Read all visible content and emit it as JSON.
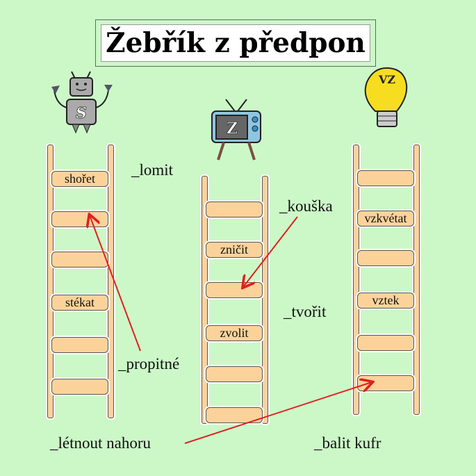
{
  "title": "Žebřík z předpon",
  "ladders": [
    {
      "icon": "robot-icon",
      "icon_letter": "S",
      "rungs": [
        "shořet",
        "",
        "",
        "stékat",
        "",
        ""
      ]
    },
    {
      "icon": "tv-icon",
      "icon_letter": "Z",
      "rungs": [
        "",
        "zničit",
        "",
        "zvolit",
        "",
        ""
      ]
    },
    {
      "icon": "lightbulb-icon",
      "icon_letter": "VZ",
      "rungs": [
        "",
        "vzkvétat",
        "",
        "vztek",
        "",
        ""
      ]
    }
  ],
  "words": [
    "_lomit",
    "_kouška",
    "_tvořit",
    "_propitné",
    "_létnout nahoru",
    "_balit kufr"
  ],
  "colors": {
    "background": "#ccf8c8",
    "rung": "#fbd39a",
    "arrow": "#e02020"
  }
}
